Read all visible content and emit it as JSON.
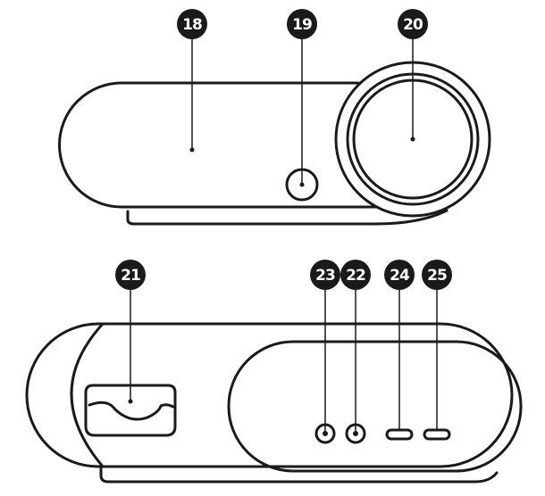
{
  "callouts": {
    "c18": "18",
    "c19": "19",
    "c20": "20",
    "c21": "21",
    "c22": "22",
    "c23": "23",
    "c24": "24",
    "c25": "25"
  },
  "colors": {
    "line": "#1a1a1a",
    "badge": "#1a1a1a",
    "badge_text": "#ffffff",
    "background": "#ffffff"
  }
}
